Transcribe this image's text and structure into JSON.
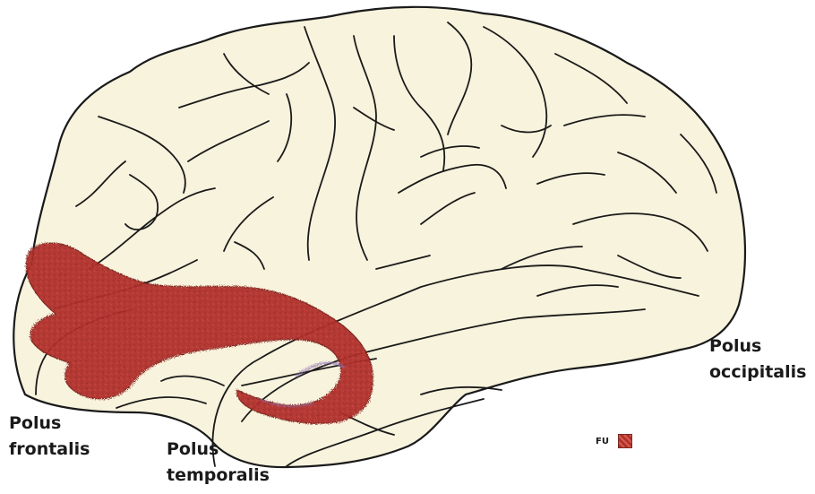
{
  "labels": {
    "polus_frontalis": [
      "Polus",
      "frontalis"
    ],
    "polus_temporalis": [
      "Polus",
      "temporalis"
    ],
    "polus_occipitalis": [
      "Polus",
      "occipitalis"
    ]
  },
  "legend": {
    "label": "FU",
    "swatch_color": "#b0302a"
  },
  "colors": {
    "brain_fill": "#f8f3dd",
    "outline": "#1a1a1a",
    "tract": "#b0302a",
    "tract_edge": "#7a1f1a",
    "tract_fringe": "#8f6fb0"
  }
}
